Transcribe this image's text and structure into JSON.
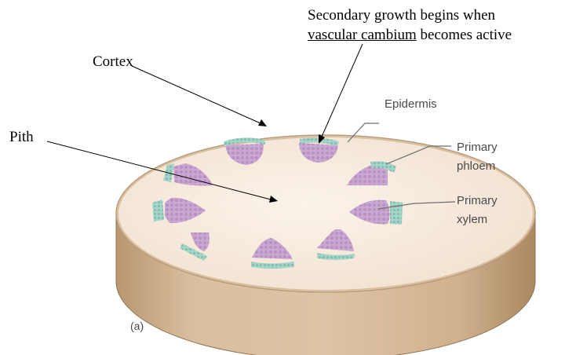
{
  "figure": {
    "panel_label": "(a)"
  },
  "labels": {
    "cortex": "Cortex",
    "pith": "Pith",
    "secondary_line1": "Secondary growth begins when",
    "secondary_underlined": "vascular cambium",
    "secondary_rest": " becomes active",
    "epidermis": "Epidermis",
    "primary_phloem_1": "Primary",
    "primary_phloem_2": "phloem",
    "primary_xylem_1": "Primary",
    "primary_xylem_2": "xylem"
  },
  "colors": {
    "cortex_fill": "#f7ebdf",
    "side_wall": "#d2b592",
    "xylem": "#c8a6cf",
    "phloem": "#9fd0c6",
    "leader": "#6e6e6e"
  }
}
